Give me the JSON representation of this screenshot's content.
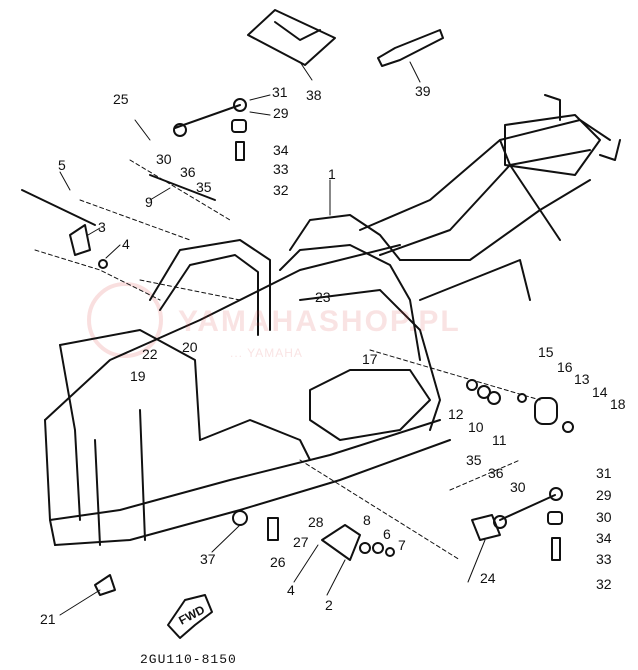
{
  "diagram": {
    "figure_code": "2GU110-8150",
    "forward_label": "FWD",
    "watermark": "YAMAHASHOP.PL",
    "watermark_sub": "... YAMAHA",
    "line_color": "#111111",
    "watermark_color": "#dc5050",
    "callouts": [
      "1",
      "2",
      "3",
      "4",
      "5",
      "6",
      "7",
      "8",
      "9",
      "10",
      "11",
      "12",
      "13",
      "14",
      "15",
      "16",
      "17",
      "18",
      "19",
      "20",
      "21",
      "22",
      "23",
      "24",
      "25",
      "26",
      "27",
      "28",
      "29",
      "30",
      "31",
      "32",
      "33",
      "34",
      "35",
      "36",
      "37",
      "38",
      "39"
    ],
    "callouts_repeat": [
      "29",
      "30",
      "31",
      "33",
      "34",
      "30",
      "35",
      "36",
      "4",
      "32"
    ]
  }
}
